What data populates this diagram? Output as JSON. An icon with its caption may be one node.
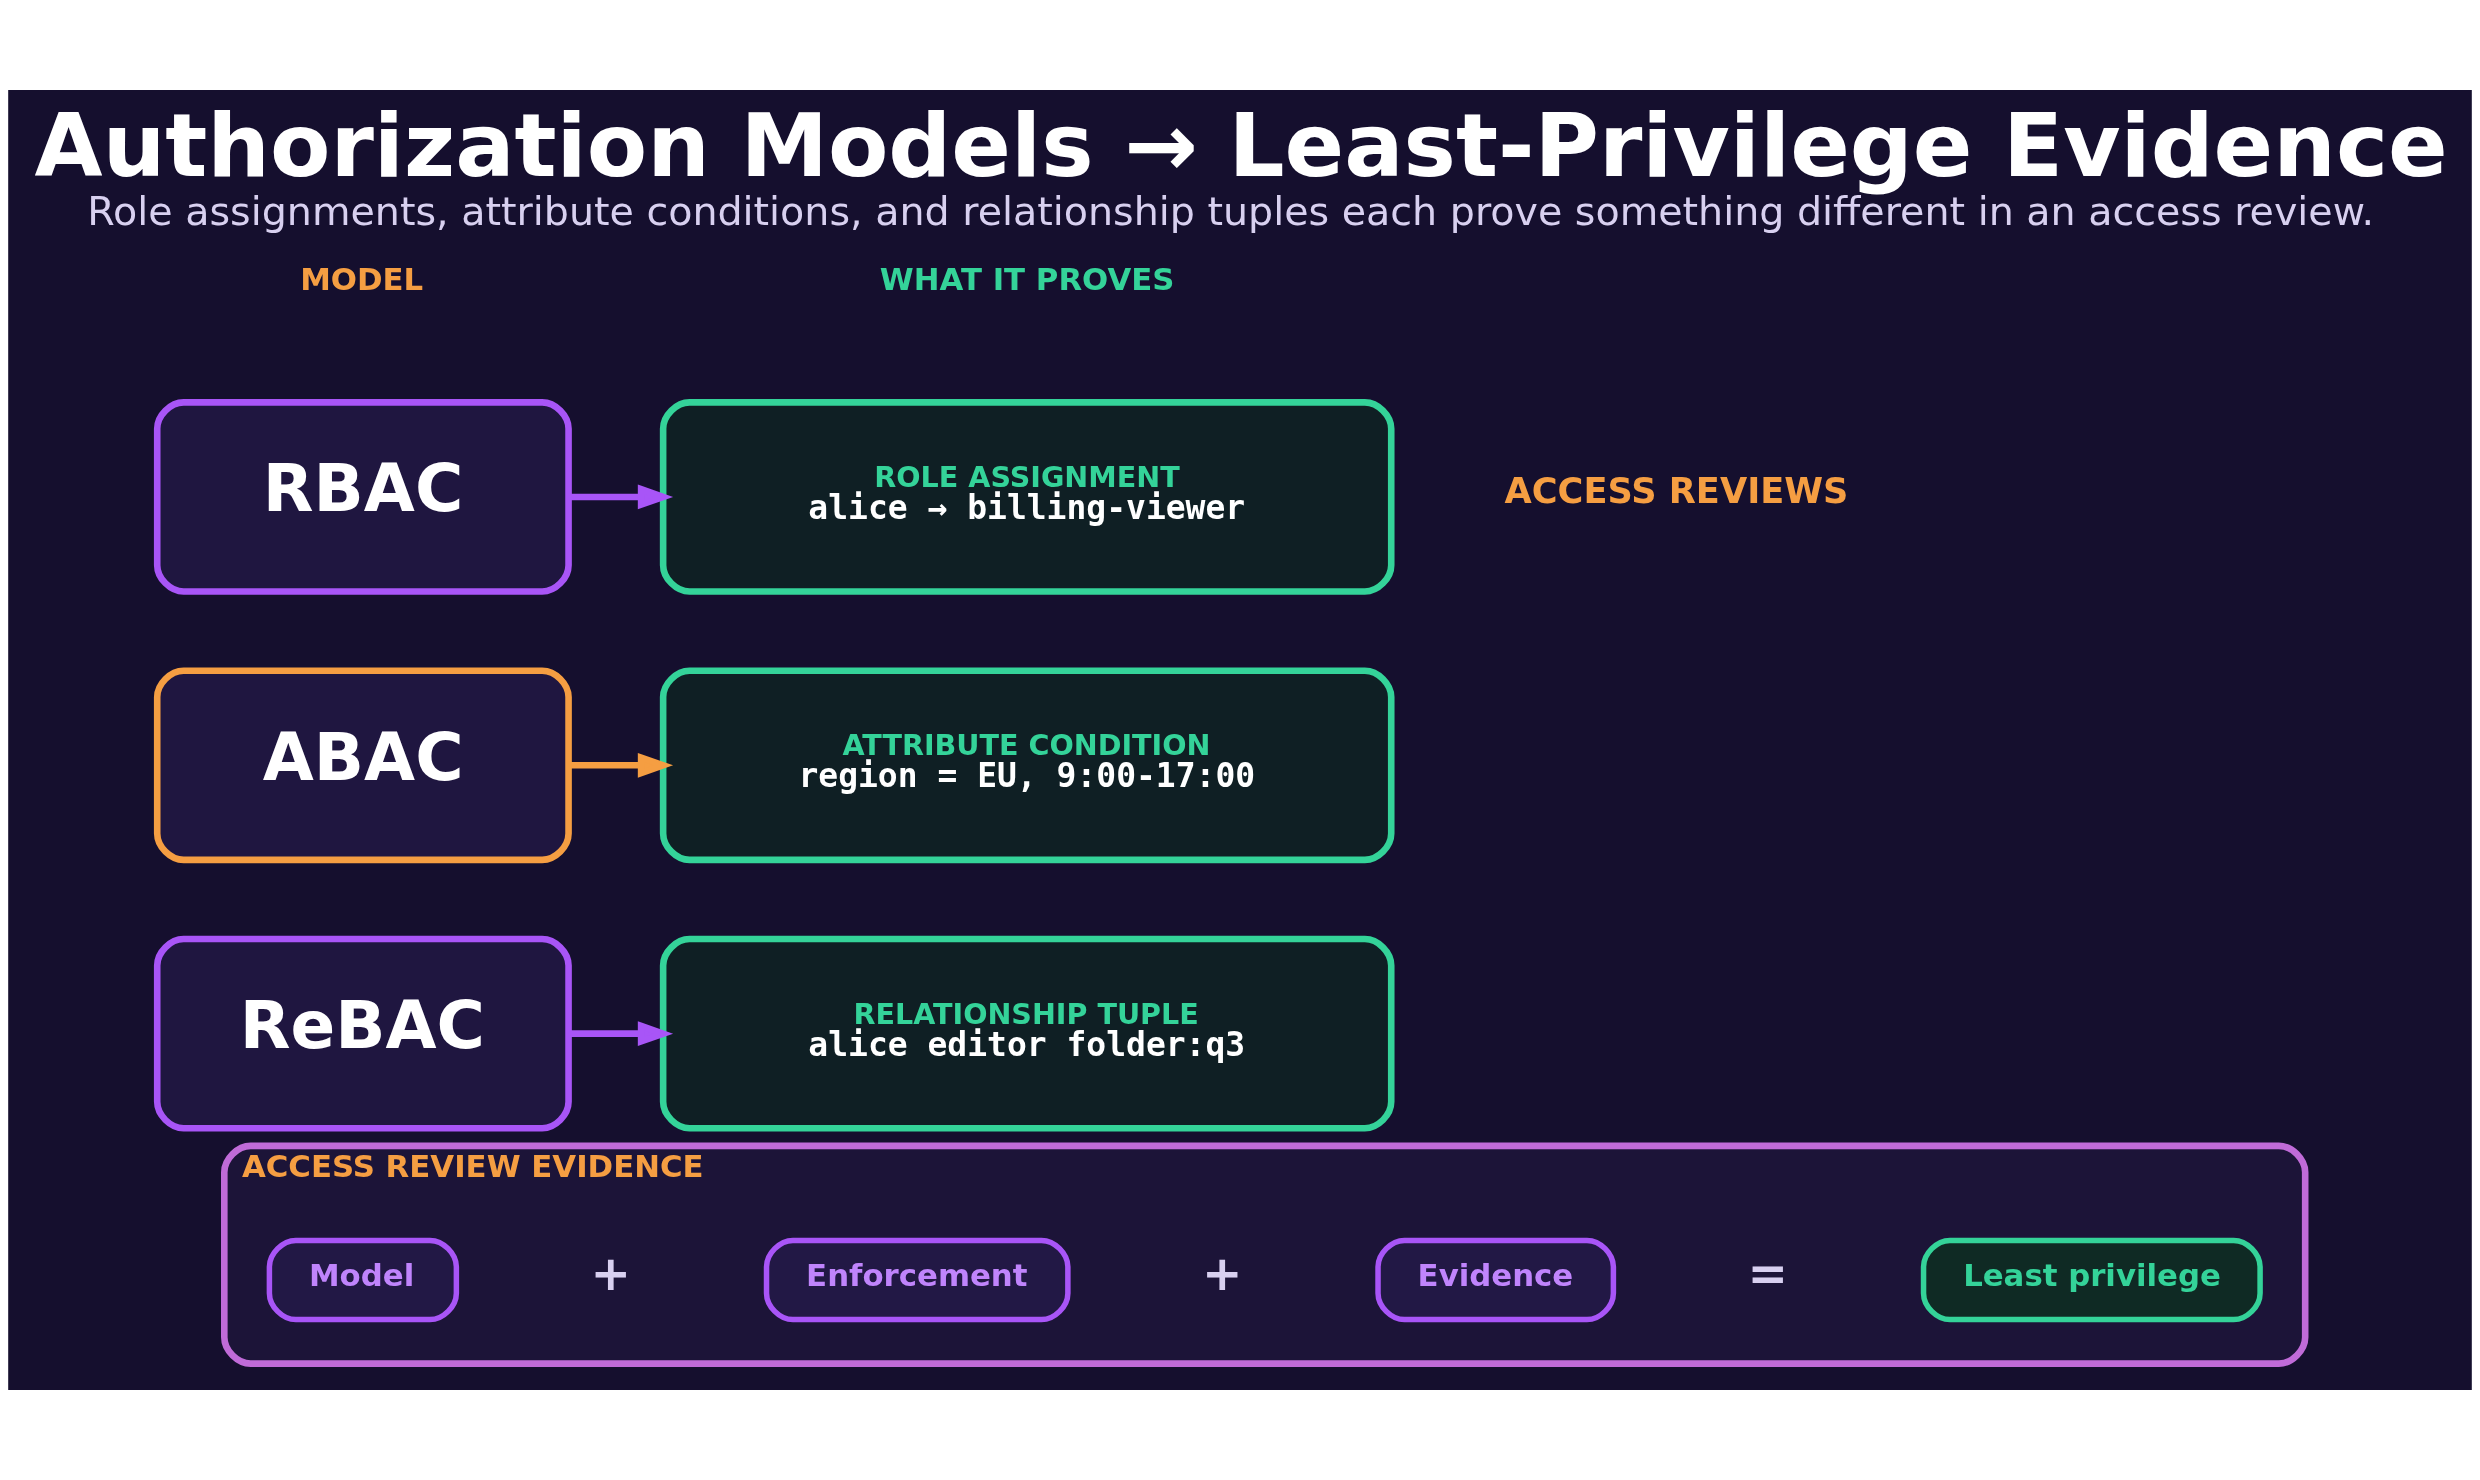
{
  "diagram": {
    "title": "Authorization Models → Least-Privilege Evidence",
    "caption": "Role assignments, attribute conditions, and relationship tuples each prove something different in an access review.",
    "nodes": [
      {
        "text": [
          "RBAC"
        ]
      },
      {
        "text": [
          "ROLE ASSIGNMENT",
          "alice → billing-viewer"
        ]
      },
      {
        "text": [
          "ABAC"
        ]
      },
      {
        "text": [
          "ATTRIBUTE CONDITION",
          "region = EU, 9:00-17:00"
        ]
      },
      {
        "text": [
          "ReBAC"
        ]
      },
      {
        "text": [
          "RELATIONSHIP TUPLE",
          "alice editor folder:q3"
        ]
      },
      {
        "text": [
          "ACCESS REVIEW EVIDENCE"
        ]
      },
      {
        "text": [
          "Model"
        ],
        "in": 6
      },
      {
        "text": [
          "Enforcement"
        ],
        "in": 6
      },
      {
        "text": [
          "Evidence"
        ],
        "in": 6
      },
      {
        "text": [
          "Least privilege"
        ],
        "in": 6
      }
    ],
    "edges": [
      {
        "from": 0,
        "to": 1,
        "arrow": "to"
      },
      {
        "from": 2,
        "to": 3,
        "arrow": "to",
        "color": "#f59e42"
      },
      {
        "from": 4,
        "to": 5,
        "arrow": "to"
      }
    ],
    "labels": [
      "ACCESS REVIEWS",
      "MODEL",
      "WHAT IT PROVES",
      "+",
      "+",
      "="
    ]
  }
}
